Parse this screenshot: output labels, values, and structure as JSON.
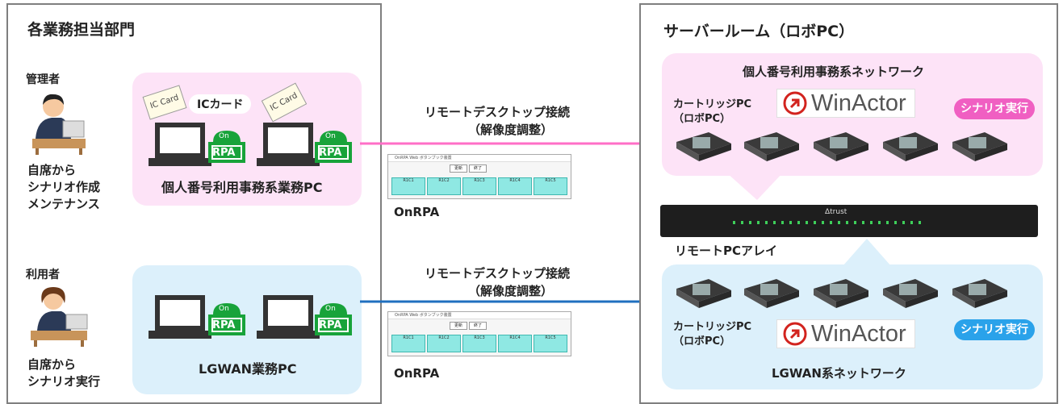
{
  "left_panel": {
    "title": "各業務担当部門",
    "admin": {
      "role": "管理者",
      "desc": [
        "自席から",
        "シナリオ作成",
        "メンテナンス"
      ],
      "zone_label": "個人番号利用事務系業務PC",
      "ic_card": "ICカード",
      "card_text": "IC Card"
    },
    "user": {
      "role": "利用者",
      "desc": [
        "自席から",
        "シナリオ実行"
      ],
      "zone_label": "LGWAN業務PC"
    },
    "rpa_badge": {
      "top": "On",
      "bottom": "RPA"
    }
  },
  "middle": {
    "conn_top": [
      "リモートデスクトップ接続",
      "（解像度調整）"
    ],
    "conn_bottom": [
      "リモートデスクトップ接続",
      "（解像度調整）"
    ],
    "onrpa_label": "OnRPA",
    "window_title": "OnRPA Web ボタンブック装置",
    "window_buttons": [
      "更新",
      "終了"
    ],
    "window_cells": [
      "R1C1",
      "R1C2",
      "R1C3",
      "R1C4",
      "R1C5"
    ]
  },
  "right_panel": {
    "title": "サーバールーム（ロボPC）",
    "top_network": "個人番号利用事務系ネットワーク",
    "bottom_network": "LGWAN系ネットワーク",
    "cartridge": [
      "カートリッジPC",
      "（ロボPC）"
    ],
    "winactor": "WinActor",
    "scenario_badge": "シナリオ実行",
    "array_label": "リモートPCアレイ",
    "array_brand": "Δtrust"
  },
  "colors": {
    "pink_zone": "#fde3f7",
    "blue_zone": "#dcf0fb",
    "pink_arrow": "#ff6ec7",
    "blue_arrow": "#1f6fbf",
    "rpa_green": "#18a33a",
    "pink_badge": "#f05fc2",
    "blue_badge": "#2aa2ea"
  }
}
